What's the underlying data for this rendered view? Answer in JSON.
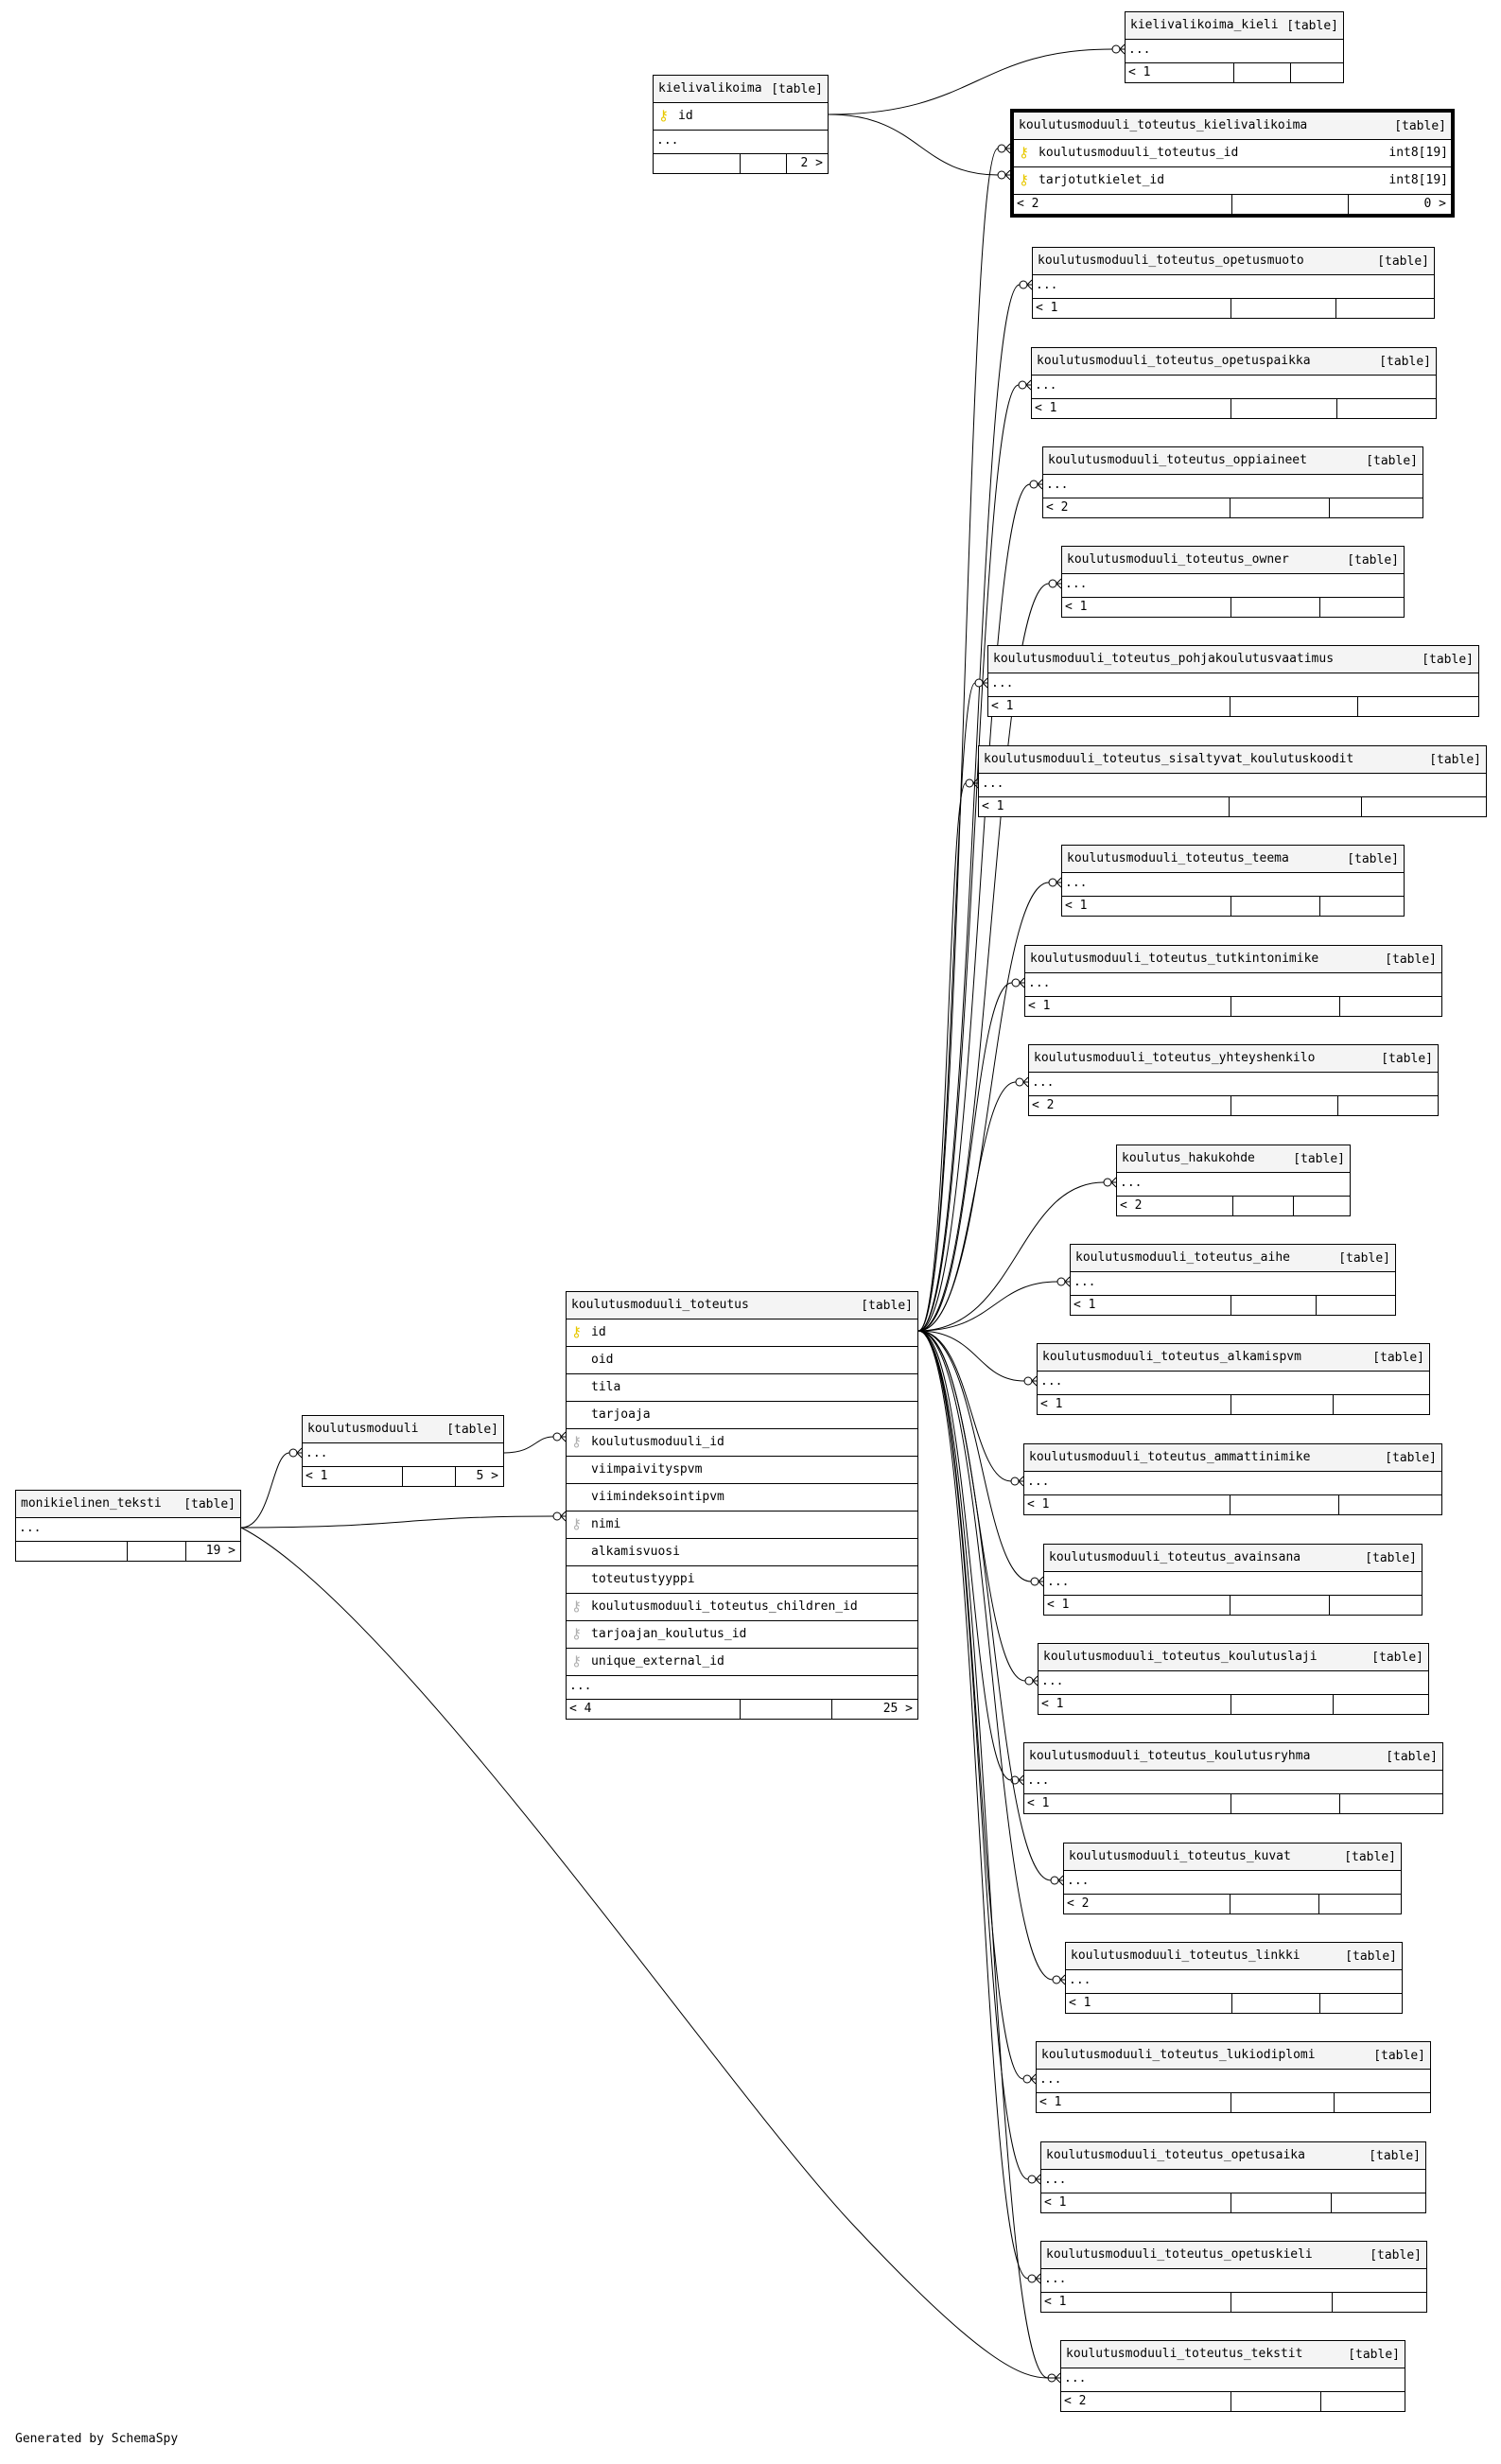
{
  "diagram": {
    "footer": "Generated by SchemaSpy",
    "type_label": "[table]",
    "more_symbol": "...",
    "tables": [
      {
        "id": "kielivalikoima_kieli",
        "name": "kielivalikoima_kieli",
        "columns": [],
        "parents": "1",
        "children": ""
      },
      {
        "id": "kielivalikoima",
        "name": "kielivalikoima",
        "columns": [
          {
            "name": "id",
            "key": "pk",
            "type": ""
          }
        ],
        "parents": "",
        "children": "2"
      },
      {
        "id": "ktkv",
        "name": "koulutusmoduuli_toteutus_kielivalikoima",
        "focus": true,
        "columns": [
          {
            "name": "koulutusmoduuli_toteutus_id",
            "key": "pk",
            "type": "int8[19]"
          },
          {
            "name": "tarjotutkielet_id",
            "key": "pk",
            "type": "int8[19]"
          }
        ],
        "parents": "2",
        "children": "0"
      },
      {
        "id": "opetusmuoto",
        "name": "koulutusmoduuli_toteutus_opetusmuoto",
        "columns": [],
        "parents": "1",
        "children": ""
      },
      {
        "id": "opetuspaikka",
        "name": "koulutusmoduuli_toteutus_opetuspaikka",
        "columns": [],
        "parents": "1",
        "children": ""
      },
      {
        "id": "oppiaineet",
        "name": "koulutusmoduuli_toteutus_oppiaineet",
        "columns": [],
        "parents": "2",
        "children": ""
      },
      {
        "id": "owner",
        "name": "koulutusmoduuli_toteutus_owner",
        "columns": [],
        "parents": "1",
        "children": ""
      },
      {
        "id": "pohjakoulutus",
        "name": "koulutusmoduuli_toteutus_pohjakoulutusvaatimus",
        "columns": [],
        "parents": "1",
        "children": ""
      },
      {
        "id": "sisaltyvat",
        "name": "koulutusmoduuli_toteutus_sisaltyvat_koulutuskoodit",
        "columns": [],
        "parents": "1",
        "children": ""
      },
      {
        "id": "teema",
        "name": "koulutusmoduuli_toteutus_teema",
        "columns": [],
        "parents": "1",
        "children": ""
      },
      {
        "id": "tutkintonimike",
        "name": "koulutusmoduuli_toteutus_tutkintonimike",
        "columns": [],
        "parents": "1",
        "children": ""
      },
      {
        "id": "yhteyshenkilo",
        "name": "koulutusmoduuli_toteutus_yhteyshenkilo",
        "columns": [],
        "parents": "2",
        "children": ""
      },
      {
        "id": "hakukohde",
        "name": "koulutus_hakukohde",
        "columns": [],
        "parents": "2",
        "children": ""
      },
      {
        "id": "aihe",
        "name": "koulutusmoduuli_toteutus_aihe",
        "columns": [],
        "parents": "1",
        "children": ""
      },
      {
        "id": "alkamispvm",
        "name": "koulutusmoduuli_toteutus_alkamispvm",
        "columns": [],
        "parents": "1",
        "children": ""
      },
      {
        "id": "ammattinimike",
        "name": "koulutusmoduuli_toteutus_ammattinimike",
        "columns": [],
        "parents": "1",
        "children": ""
      },
      {
        "id": "avainsana",
        "name": "koulutusmoduuli_toteutus_avainsana",
        "columns": [],
        "parents": "1",
        "children": ""
      },
      {
        "id": "koulutuslaji",
        "name": "koulutusmoduuli_toteutus_koulutuslaji",
        "columns": [],
        "parents": "1",
        "children": ""
      },
      {
        "id": "koulutusryhma",
        "name": "koulutusmoduuli_toteutus_koulutusryhma",
        "columns": [],
        "parents": "1",
        "children": ""
      },
      {
        "id": "kuvat",
        "name": "koulutusmoduuli_toteutus_kuvat",
        "columns": [],
        "parents": "2",
        "children": ""
      },
      {
        "id": "linkki",
        "name": "koulutusmoduuli_toteutus_linkki",
        "columns": [],
        "parents": "1",
        "children": ""
      },
      {
        "id": "lukiodiplomi",
        "name": "koulutusmoduuli_toteutus_lukiodiplomi",
        "columns": [],
        "parents": "1",
        "children": ""
      },
      {
        "id": "opetusaika",
        "name": "koulutusmoduuli_toteutus_opetusaika",
        "columns": [],
        "parents": "1",
        "children": ""
      },
      {
        "id": "opetuskieli",
        "name": "koulutusmoduuli_toteutus_opetuskieli",
        "columns": [],
        "parents": "1",
        "children": ""
      },
      {
        "id": "tekstit",
        "name": "koulutusmoduuli_toteutus_tekstit",
        "columns": [],
        "parents": "2",
        "children": ""
      },
      {
        "id": "toteutus",
        "name": "koulutusmoduuli_toteutus",
        "columns": [
          {
            "name": "id",
            "key": "pk",
            "type": ""
          },
          {
            "name": "oid",
            "key": "",
            "type": ""
          },
          {
            "name": "tila",
            "key": "",
            "type": ""
          },
          {
            "name": "tarjoaja",
            "key": "",
            "type": ""
          },
          {
            "name": "koulutusmoduuli_id",
            "key": "fk",
            "type": ""
          },
          {
            "name": "viimpaivityspvm",
            "key": "",
            "type": ""
          },
          {
            "name": "viimindeksointipvm",
            "key": "",
            "type": ""
          },
          {
            "name": "nimi",
            "key": "fk",
            "type": ""
          },
          {
            "name": "alkamisvuosi",
            "key": "",
            "type": ""
          },
          {
            "name": "toteutustyyppi",
            "key": "",
            "type": ""
          },
          {
            "name": "koulutusmoduuli_toteutus_children_id",
            "key": "fk",
            "type": ""
          },
          {
            "name": "tarjoajan_koulutus_id",
            "key": "fk",
            "type": ""
          },
          {
            "name": "unique_external_id",
            "key": "fk",
            "type": ""
          }
        ],
        "parents": "4",
        "children": "25"
      },
      {
        "id": "koulutusmoduuli",
        "name": "koulutusmoduuli",
        "columns": [],
        "parents": "1",
        "children": "5"
      },
      {
        "id": "monikielinen",
        "name": "monikielinen_teksti",
        "columns": [],
        "parents": "",
        "children": "19"
      }
    ]
  }
}
